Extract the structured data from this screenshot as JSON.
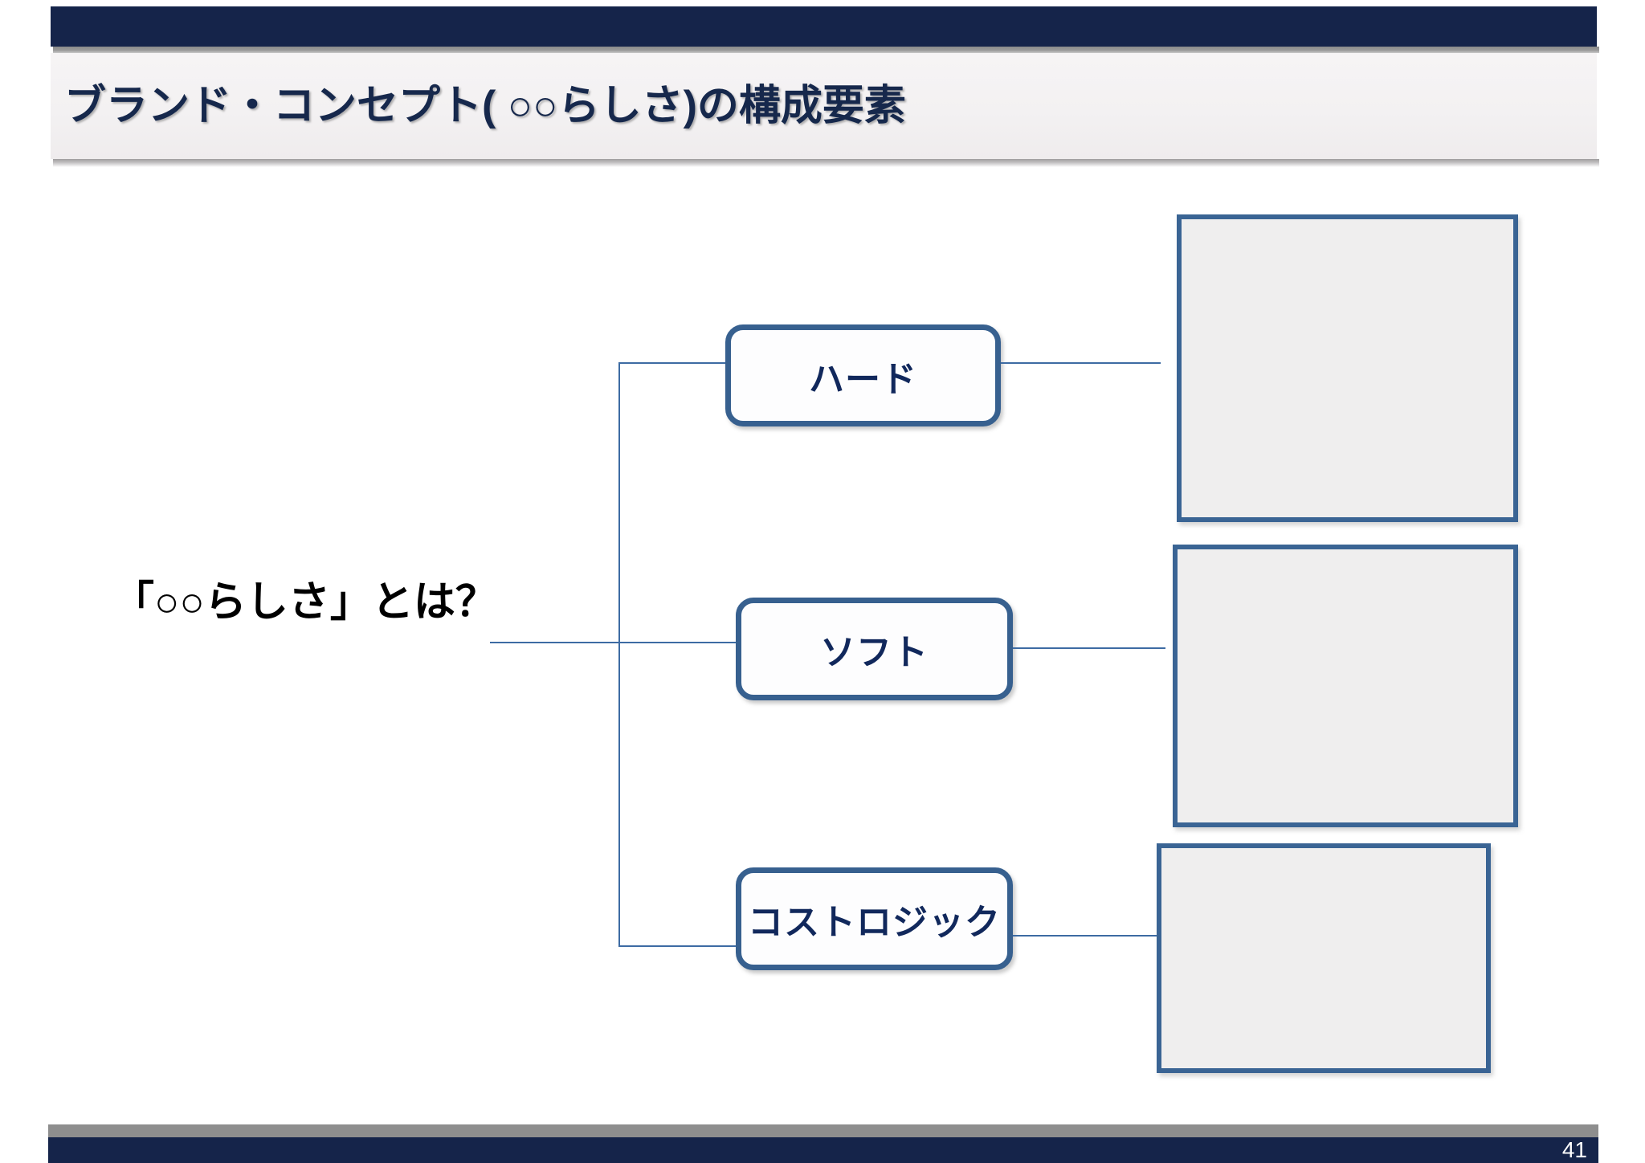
{
  "slide": {
    "page_number": "41",
    "title": "ブランド・コンセプト( ○○らしさ)の構成要素",
    "colors": {
      "navy_bar": "#15244a",
      "title_band": "#f3f1f2",
      "title_text": "#16284c",
      "box_border": "#37608f",
      "box_label_text": "#11285c",
      "panel_fill": "#efeeee",
      "panel_border": "#3a6494",
      "connector_line": "#3d6ba3",
      "footer_gray": "#8e8e8e",
      "root_label_text": "#000000"
    }
  },
  "diagram": {
    "root": {
      "label": "「○○らしさ」とは？"
    },
    "categories": [
      {
        "label": "ハード",
        "panel_text": ""
      },
      {
        "label": "ソフト",
        "panel_text": ""
      },
      {
        "label": "コストロジック",
        "panel_text": ""
      }
    ]
  }
}
